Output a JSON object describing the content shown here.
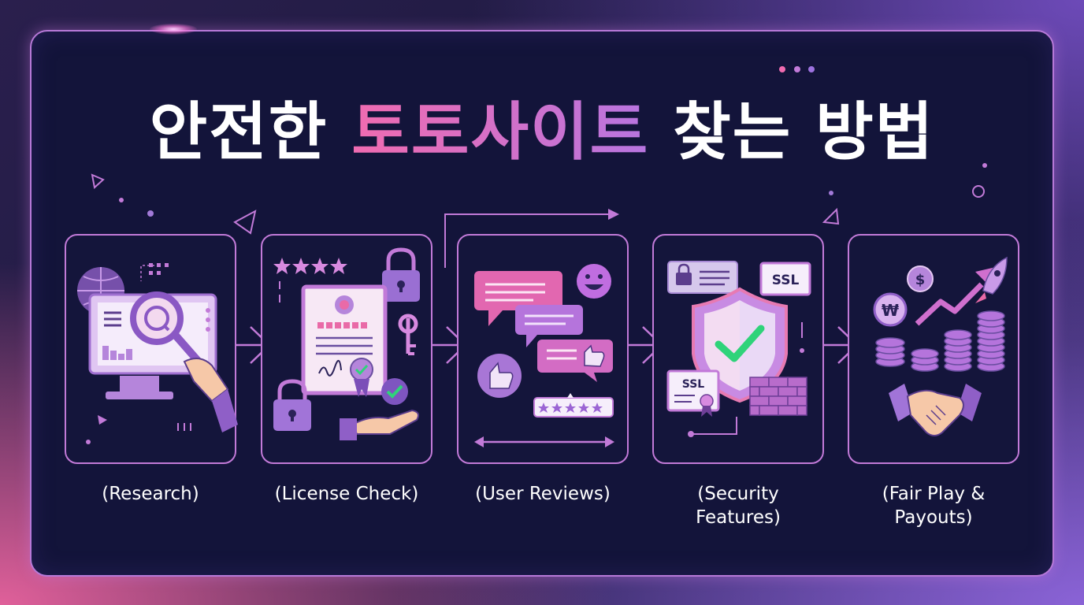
{
  "title": {
    "part1": "안전한 ",
    "highlight": "토토사이트",
    "part2": " 찾는 방법"
  },
  "steps": [
    {
      "label": "(Research)",
      "icon": "magnifier-monitor-icon"
    },
    {
      "label": "(License Check)",
      "icon": "certificate-lock-icon"
    },
    {
      "label": "(User Reviews)",
      "icon": "chat-reviews-icon"
    },
    {
      "label": "(Security Features)",
      "icon": "shield-ssl-icon"
    },
    {
      "label": "(Fair Play & Payouts)",
      "icon": "coins-handshake-icon"
    }
  ],
  "badges": {
    "ssl_top": "SSL",
    "ssl_cert": "SSL",
    "won": "₩",
    "dollar": "$"
  },
  "colors": {
    "panel": "#13143a",
    "border": "#c27ad8",
    "pink": "#f06bb0",
    "purple": "#b775e0",
    "green": "#2fd37a"
  }
}
